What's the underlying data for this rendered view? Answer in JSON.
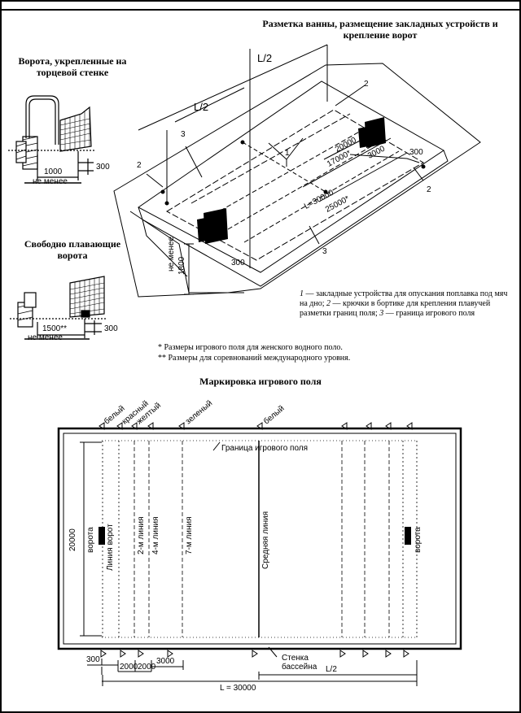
{
  "titles": {
    "main": "Разметка ванны, размещение закладных устройств и крепление ворот",
    "end_wall_gate": "Ворота, укрепленные на торцевой стенке",
    "floating_gate": "Свободно плавающие ворота",
    "field_marking": "Маркировка игрового поля"
  },
  "legend": {
    "n1": "1",
    "t1": " — закладные устройства для опускания поплавка под мяч на дно; ",
    "n2": "2",
    "t2": " — крючки в бортике для крепления плавучей разметки границ поля; ",
    "n3": "3",
    "t3": " — граница игрового поля"
  },
  "footnotes": {
    "women": "* Размеры игрового поля для женского водного поло.",
    "international": "** Размеры для соревнований международного уровня."
  },
  "gate_end_wall": {
    "d1000": "1000",
    "d300": "300",
    "not_less": "не менее"
  },
  "gate_floating": {
    "d1500": "1500**",
    "d300": "300",
    "not_less": "не менее"
  },
  "pool": {
    "half_l_left": "L/2",
    "half_l_top": "L/2",
    "l30000": "L=30000",
    "d25000": "25000*",
    "d20000": "20000",
    "d17000": "17000*",
    "d3000": "3000",
    "d300a": "300",
    "d300b": "300",
    "d1800": "1800",
    "not_less": "не менее",
    "n1": "1",
    "n2a": "2",
    "n2b": "2",
    "n2c": "2",
    "n3a": "3",
    "n3b": "3"
  },
  "field": {
    "colors": {
      "white": "белый",
      "red": "красный",
      "yellow": "желтый",
      "green": "зеленый",
      "white_center": "белый"
    },
    "boundary": "Граница игрового поля",
    "goal_left": "ворота",
    "goal_right": "ворота",
    "goal_line": "Линия ворот",
    "line2": "2-м линия",
    "line4": "4-м линия",
    "line7": "7-м линия",
    "center_line": "Средняя линия",
    "pool_wall": "Стенка бассейна",
    "width": "20000",
    "d300": "300",
    "d2000a": "2000",
    "d2000b": "2000",
    "d3000": "3000",
    "half_l": "L/2",
    "length": "L = 30000"
  }
}
